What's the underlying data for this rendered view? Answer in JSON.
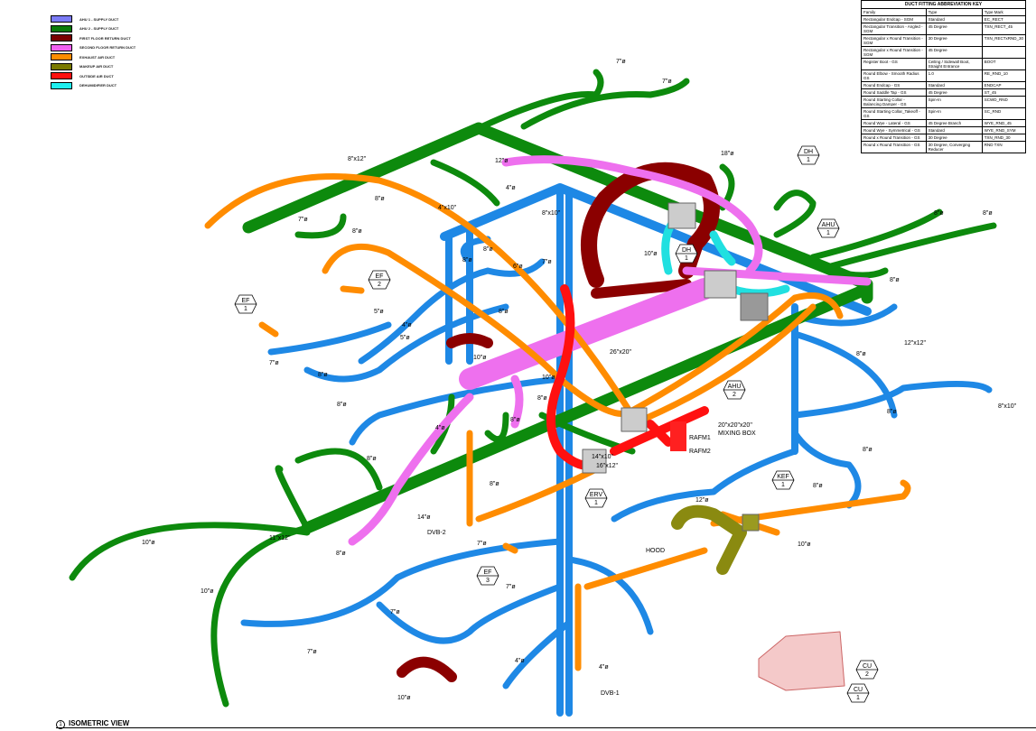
{
  "legend": [
    {
      "label": "AHU 1 - SUPPLY DUCT",
      "color": "#7b7bf5"
    },
    {
      "label": "AHU 2 - SUPPLY DUCT",
      "color": "#0a7a0a"
    },
    {
      "label": "FIRST FLOOR RETURN DUCT",
      "color": "#7a0000"
    },
    {
      "label": "SECOND FLOOR RETURN DUCT",
      "color": "#f060f0"
    },
    {
      "label": "EXHAUST AIR DUCT",
      "color": "#ff8c00"
    },
    {
      "label": "MAKEUP AIR DUCT",
      "color": "#7a7a00"
    },
    {
      "label": "OUTSIDE AIR DUCT",
      "color": "#ff1010"
    },
    {
      "label": "DEHUMIDIFIER DUCT",
      "color": "#20f0f0"
    }
  ],
  "key_table": {
    "title": "DUCT FITTING ABBREVIATION KEY",
    "headers": [
      "Family",
      "Type",
      "Type Mark"
    ],
    "rows": [
      [
        "Rectangular Endcap - SGM",
        "Standard",
        "EC_RECT"
      ],
      [
        "Rectangular Transition - Angled - SGM",
        "45 Degree",
        "TXN_RECT_45"
      ],
      [
        "Rectangular x Round Transition - SGM",
        "30 Degree",
        "TXN_RECTxRND_30"
      ],
      [
        "Rectangular x Round Transition - SGM",
        "45 Degree",
        ""
      ],
      [
        "Register Boot - GS",
        "Ceiling / Sidewall Boot, Straight Entrance",
        "BOOT"
      ],
      [
        "Round Elbow - Smooth Radius GS",
        "1.0",
        "RE_RND_10"
      ],
      [
        "Round Endcap - GS",
        "Standard",
        "ENDCAP"
      ],
      [
        "Round Saddle Tap - GS",
        "45 Degree",
        "ST_45"
      ],
      [
        "Round Starting Collar - Balancing Damper - GS",
        "Spin-In",
        "SCWD_RND"
      ],
      [
        "Round Starting Collar_Takeoff - GS",
        "Spin-In",
        "SC_RND"
      ],
      [
        "Round Wye - Lateral - GS",
        "45 Degree Branch",
        "WYE_RND_45"
      ],
      [
        "Round Wye - Symmetrical - GS",
        "Standard",
        "WYE_RND_SYM"
      ],
      [
        "Round x Round Transition - GS",
        "30 Degree",
        "TXN_RND_30"
      ],
      [
        "Round x Round Transition - GS",
        "30 Degree, Converging Reducer",
        "RND TXN"
      ]
    ]
  },
  "labels": [
    "7\"ø",
    "7\"ø",
    "8\"x12\"",
    "4\"ø",
    "12\"ø",
    "18\"ø",
    "7\"ø",
    "8\"ø",
    "4\"x10\"",
    "8\"x10\"",
    "8\"ø",
    "8\"ø",
    "7\"ø",
    "8\"ø",
    "6\"ø",
    "5\"ø",
    "7\"ø",
    "10\"ø",
    "8\"ø",
    "4\"ø",
    "5\"ø",
    "8\"ø",
    "10\"ø",
    "8\"ø",
    "26\"x20\"",
    "10\"ø",
    "8\"ø",
    "8\"ø",
    "8\"ø",
    "8\"ø",
    "4\"ø",
    "8\"ø",
    "12\"x12\"",
    "8\"ø",
    "8\"x10\"",
    "8\"ø",
    "20\"x20\"x20\"",
    "MIXING BOX",
    "RAFM1",
    "RAFM2",
    "14\"x10\"",
    "16\"x12\"",
    "8\"ø",
    "7\"ø",
    "8\"ø",
    "12\"ø",
    "14\"ø",
    "11\"x12\"",
    "10\"ø",
    "10\"ø",
    "8\"ø",
    "DVB-2",
    "7\"ø",
    "HOOD",
    "10\"ø",
    "7\"ø",
    "7\"ø",
    "4\"ø",
    "4\"ø",
    "DVB-1",
    "10\"ø",
    "8\"ø",
    "8\"ø"
  ],
  "tags": [
    {
      "name": "DH",
      "num": "1"
    },
    {
      "name": "AHU",
      "num": "1"
    },
    {
      "name": "DH",
      "num": "1"
    },
    {
      "name": "EF",
      "num": "2"
    },
    {
      "name": "EF",
      "num": "1"
    },
    {
      "name": "AHU",
      "num": "2"
    },
    {
      "name": "ERV",
      "num": "1"
    },
    {
      "name": "KEF",
      "num": "1"
    },
    {
      "name": "EF",
      "num": "3"
    },
    {
      "name": "CU",
      "num": "2"
    },
    {
      "name": "CU",
      "num": "1"
    }
  ],
  "view": {
    "number": "1",
    "title": "ISOMETRIC VIEW"
  }
}
